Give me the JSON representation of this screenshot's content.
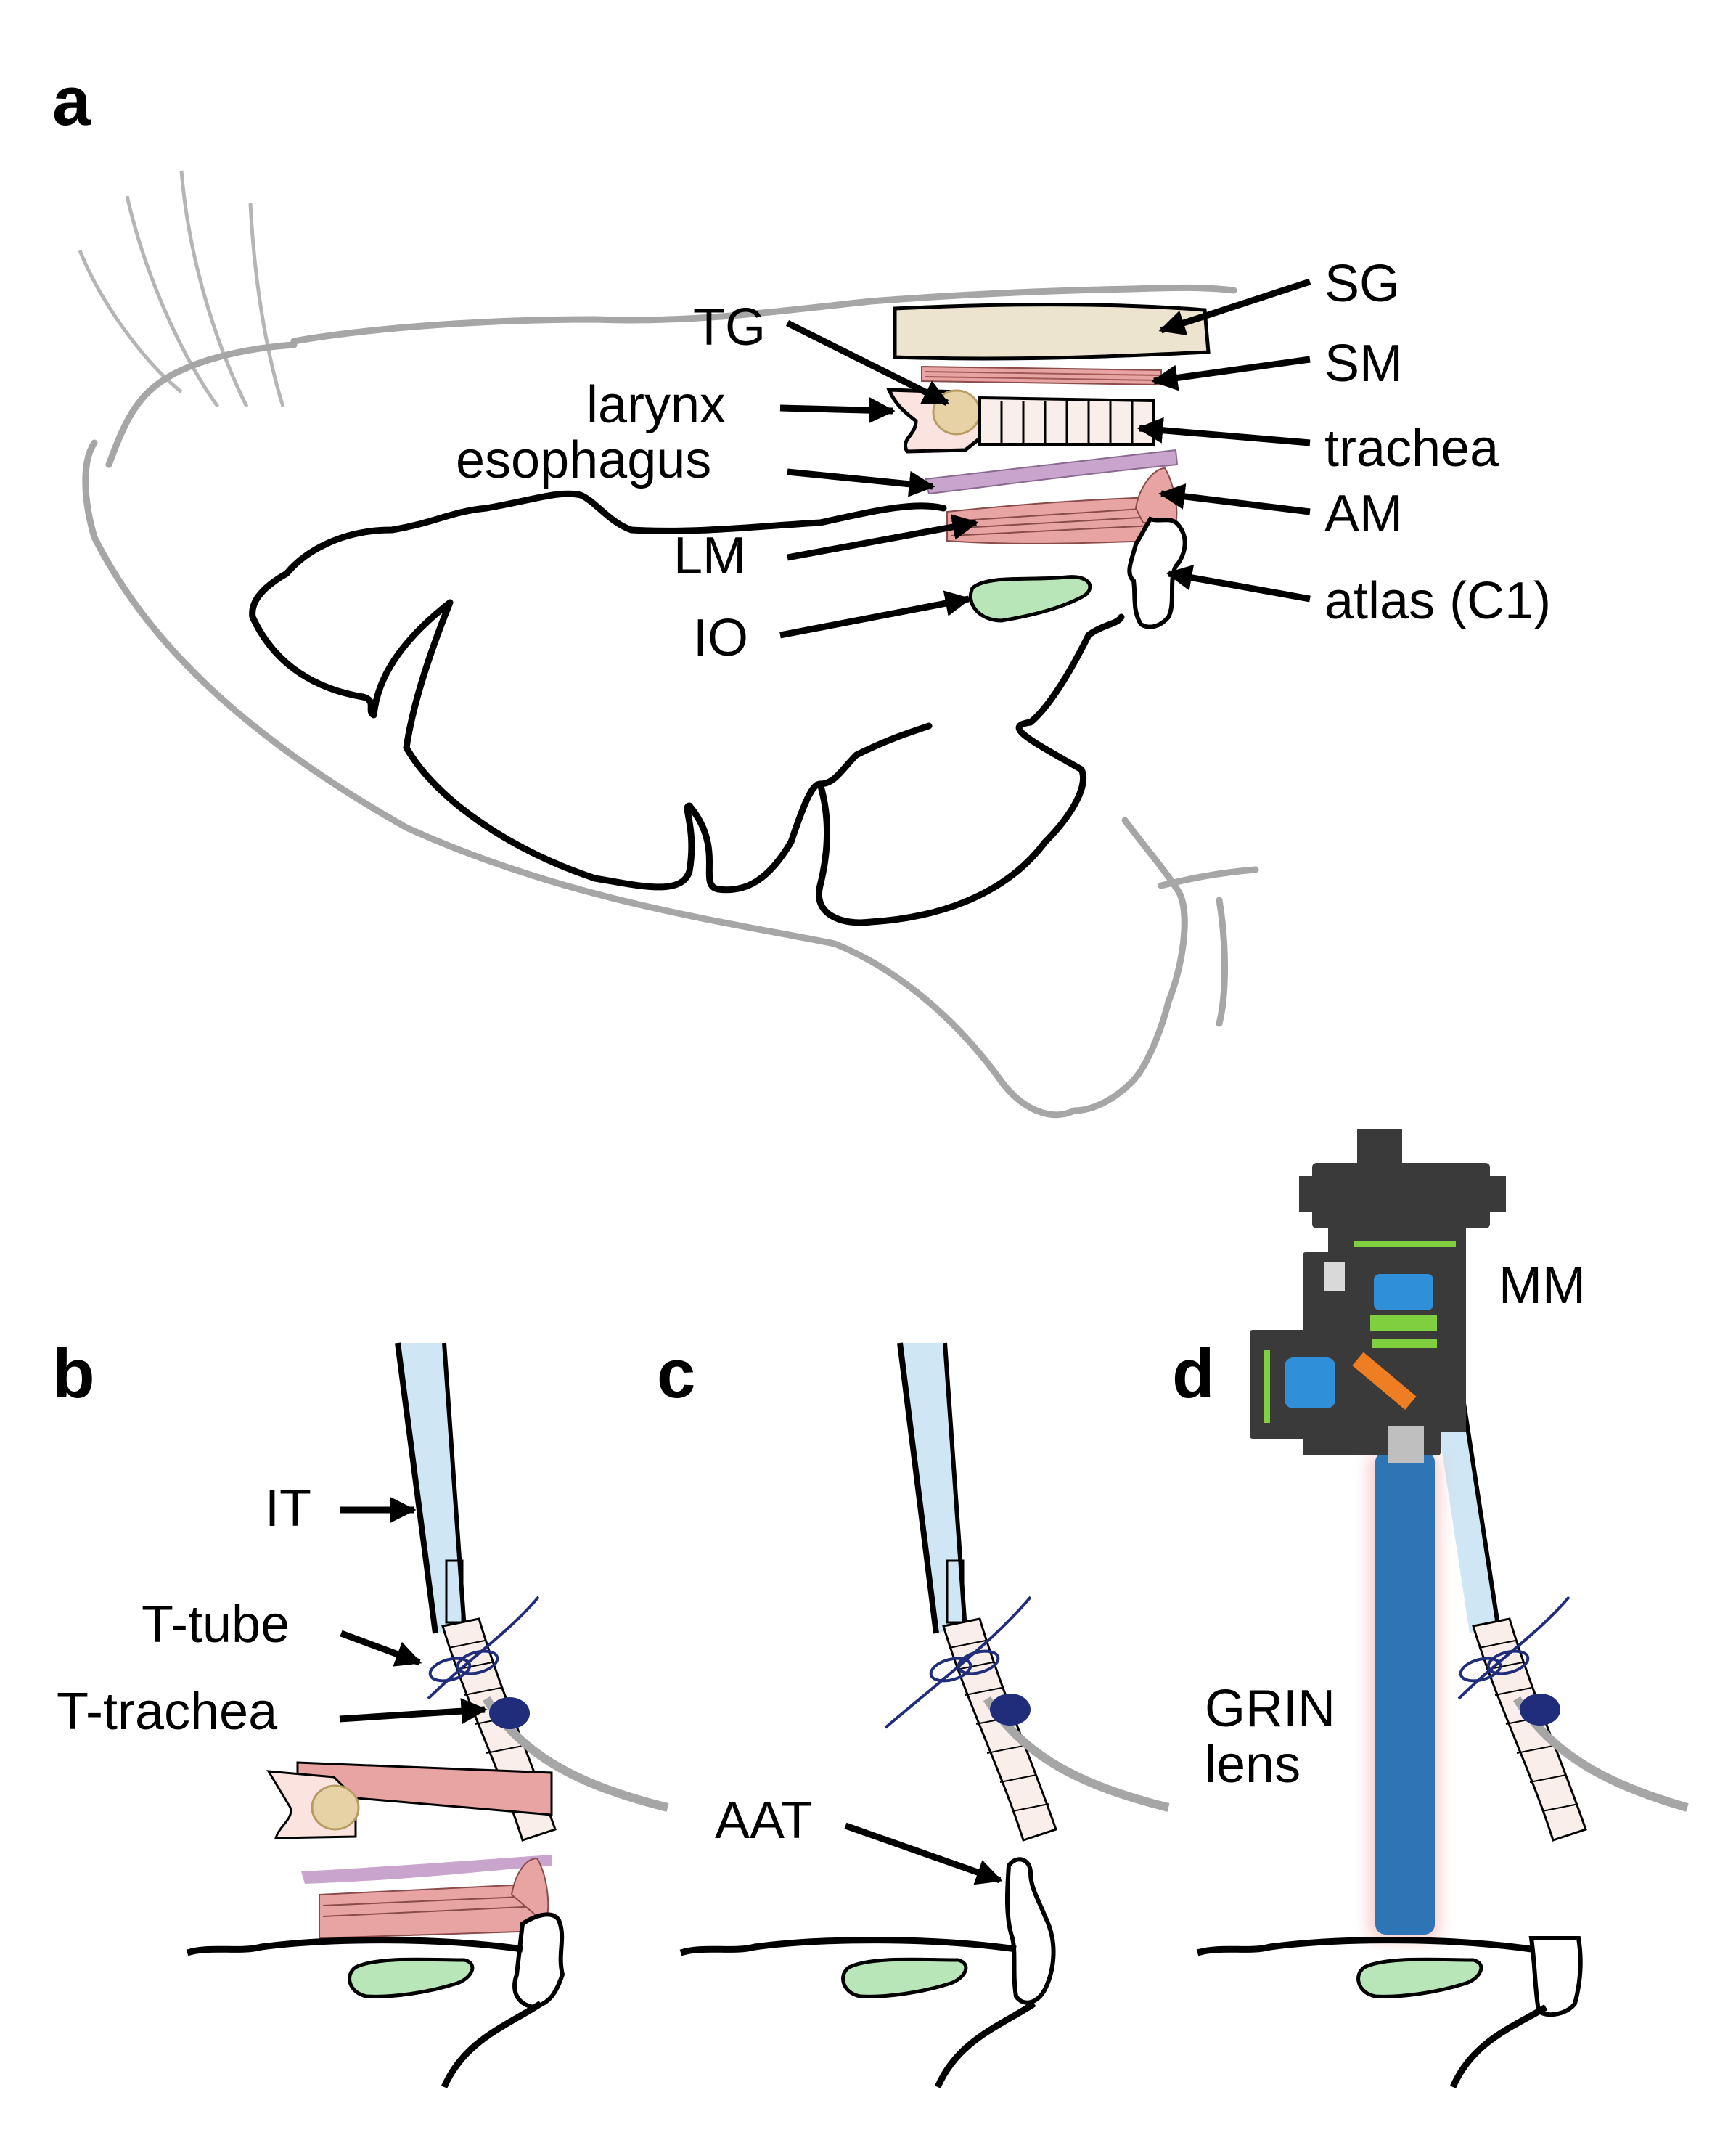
{
  "panels": {
    "a": "a",
    "b": "b",
    "c": "c",
    "d": "d"
  },
  "labels_a": {
    "sg": "SG",
    "tg": "TG",
    "sm": "SM",
    "larynx": "larynx",
    "trachea": "trachea",
    "esophagus": "esophagus",
    "am": "AM",
    "lm": "LM",
    "io": "IO",
    "atlas": "atlas (C1)"
  },
  "labels_b": {
    "it": "IT",
    "t_tube": "T-tube",
    "t_trachea": "T-trachea"
  },
  "labels_c": {
    "aat": "AAT"
  },
  "labels_d": {
    "mm": "MM",
    "grin_line1": "GRIN",
    "grin_line2": "lens"
  },
  "colors": {
    "head_outline": "#a6a6a6",
    "brain_outline": "#000000",
    "salivary_gland": "#ece4cf",
    "muscle": "#e8a3a3",
    "trachea_fill": "#faeeea",
    "esophagus": "#c9a4cd",
    "olive_green": "#b8e6b8",
    "tube_blue": "#cfe6f5",
    "suture_blue": "#1f2d7a",
    "grin_blue": "#2e75b6",
    "microscope_dark": "#3a3a3a",
    "lens_blue": "#2f8fd8",
    "filter_green": "#7fcf3f",
    "dichroic_orange": "#ef7d22"
  }
}
